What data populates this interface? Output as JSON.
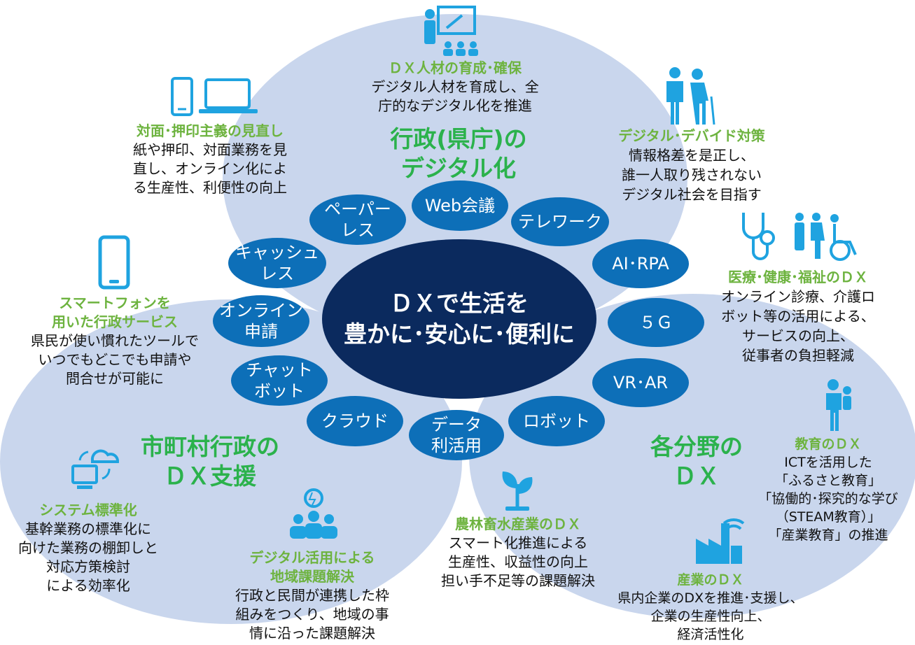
{
  "center": {
    "line1": "ＤＸで生活を",
    "line2": "豊かに･安心に･便利に"
  },
  "areas": {
    "gov": {
      "line1": "行政(県庁)の",
      "line2": "デジタル化"
    },
    "muni": {
      "line1": "市町村行政の",
      "line2": "ＤＸ支援"
    },
    "fields": {
      "line1": "各分野の",
      "line2": "ＤＸ"
    }
  },
  "pills": {
    "paperless": {
      "l1": "ペーパー",
      "l2": "レス"
    },
    "web": {
      "l1": "Web会議"
    },
    "telework": {
      "l1": "テレワーク"
    },
    "cashless": {
      "l1": "キャッシュ",
      "l2": "レス"
    },
    "ai": {
      "l1": "AI･RPA"
    },
    "online": {
      "l1": "オンライン",
      "l2": "申請"
    },
    "fiveg": {
      "l1": "５Ｇ"
    },
    "chatbot": {
      "l1": "チャット",
      "l2": "ボット"
    },
    "vrar": {
      "l1": "VR･AR"
    },
    "cloud": {
      "l1": "クラウド"
    },
    "data": {
      "l1": "データ",
      "l2": "利活用"
    },
    "robot": {
      "l1": "ロボット"
    }
  },
  "items": {
    "talent": {
      "title": "ＤＸ人材の育成･確保",
      "lines": [
        "デジタル人材を育成し、全",
        "庁的なデジタル化を推進"
      ]
    },
    "review": {
      "title": "対面･押印主義の見直し",
      "lines": [
        "紙や押印、対面業務を見",
        "直し、オンライン化によ",
        "る生産性、利便性の向上"
      ]
    },
    "divide": {
      "title": "デジタル･デバイド対策",
      "lines": [
        "情報格差を是正し、",
        "誰一人取り残されない",
        "デジタル社会を目指す"
      ]
    },
    "medical": {
      "title": "医療･健康･福祉のＤＸ",
      "lines": [
        "オンライン診療、介護ロ",
        "ボット等の活用による、",
        "サービスの向上、",
        "従事者の負担軽減"
      ]
    },
    "smartphone": {
      "title1": "スマートフォンを",
      "title2": "用いた行政サービス",
      "lines": [
        "県民が使い慣れたツールで",
        "いつでもどこでも申請や",
        "問合せが可能に"
      ]
    },
    "education": {
      "title": "教育のＤＸ",
      "lines": [
        "ICTを活用した",
        "「ふるさと教育」",
        "「協働的･探究的な学び",
        "（STEAM教育）」",
        "「産業教育」の推進"
      ]
    },
    "system": {
      "title": "システム標準化",
      "lines": [
        "基幹業務の標準化に",
        "向けた業務の棚卸しと",
        "対応方策検討",
        "による効率化"
      ]
    },
    "regional": {
      "title1": "デジタル活用による",
      "title2": "地域課題解決",
      "lines": [
        "行政と民間が連携した枠",
        "組みをつくり、地域の事",
        "情に沿った課題解決"
      ]
    },
    "agri": {
      "title": "農林畜水産業のＤＸ",
      "lines": [
        "スマート化推進による",
        "生産性、収益性の向上",
        "担い手不足等の課題解決"
      ]
    },
    "industry": {
      "title": "産業のＤＸ",
      "lines": [
        "県内企業のDXを推進･支援し、",
        "企業の生産性向上、",
        "経済活性化"
      ]
    }
  },
  "colors": {
    "circle": "#c9d6ed",
    "pill": "#0d6fb8",
    "center": "#0b2a5e",
    "green": "#6db33f",
    "icon": "#1fa3e0"
  }
}
